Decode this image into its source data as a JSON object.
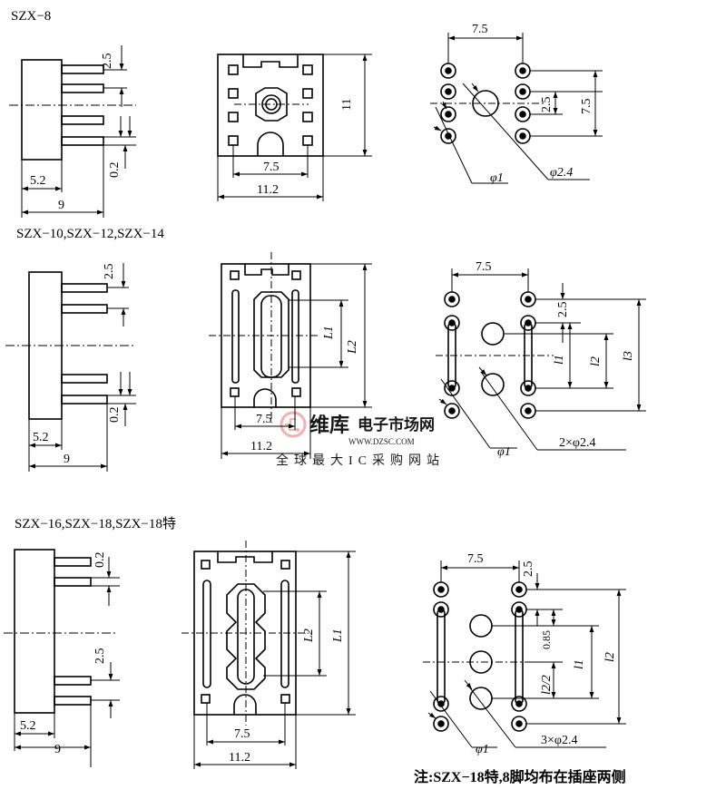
{
  "sections": [
    {
      "title": "SZX−8",
      "side_view": {
        "d_pitch": "2.5",
        "d_pin": "0.2",
        "d_body": "5.2",
        "d_total": "9"
      },
      "top_view": {
        "d_height": "11",
        "d_pitch": "7.5",
        "d_width": "11.2"
      },
      "pin_layout": {
        "d_span": "7.5",
        "d_pitch": "2.5",
        "d_rows": "7.5",
        "d_hole": "φ1",
        "d_big": "φ2.4"
      }
    },
    {
      "title": "SZX−10,SZX−12,SZX−14",
      "side_view": {
        "d_pitch": "2.5",
        "d_pin": "0.2",
        "d_body": "5.2",
        "d_total": "9"
      },
      "top_view": {
        "L1": "L1",
        "L2": "L2",
        "d_pitch": "7.5",
        "d_width": "11.2"
      },
      "pin_layout": {
        "d_span": "7.5",
        "d_pitch": "2.5",
        "l1": "l1",
        "l2": "l2",
        "l3": "l3",
        "d_hole": "φ1",
        "d_big": "2×φ2.4"
      }
    },
    {
      "title": "SZX−16,SZX−18,SZX−18特",
      "side_view": {
        "d_pin": "0.2",
        "d_pitch": "2.5",
        "d_body": "5.2",
        "d_total": "9"
      },
      "top_view": {
        "L1": "L1",
        "L2": "L2",
        "d_pitch": "7.5",
        "d_width": "11.2"
      },
      "pin_layout": {
        "d_span": "7.5",
        "d_pitch": "2.5",
        "d_small": "0.85",
        "l1": "l1",
        "l2": "l2",
        "l2_half": "l2/2",
        "d_hole": "φ1",
        "d_big": "3×φ2.4"
      }
    }
  ],
  "note": "注:SZX−18特,8脚均布在插座两侧",
  "watermark": {
    "brand": "维库",
    "site": "电子市场网",
    "url": "WWW.DZSC.COM",
    "slogan": "全球最大IC采购网站"
  },
  "colors": {
    "ink": "#000000",
    "watermark": "#f4a7a7",
    "background": "#ffffff"
  }
}
